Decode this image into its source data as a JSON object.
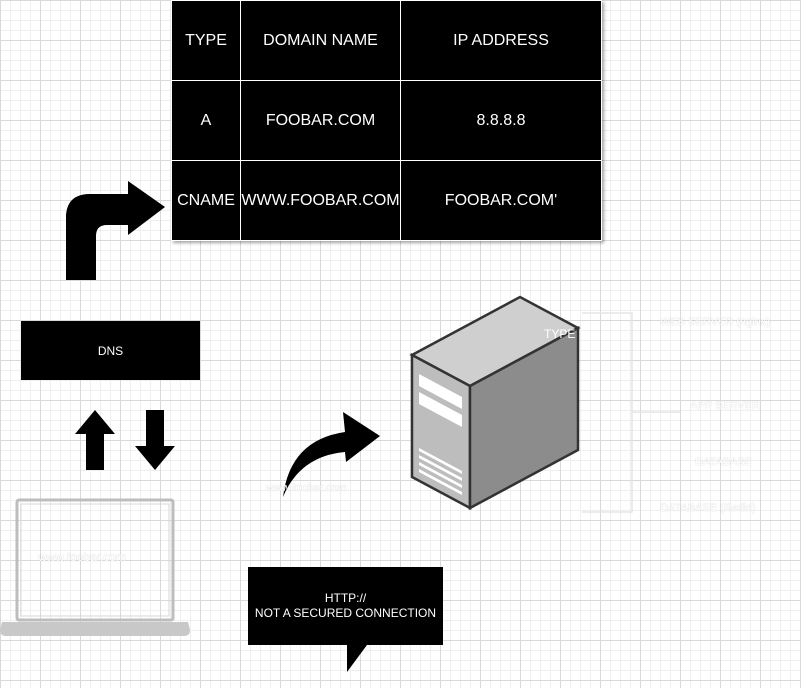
{
  "dns_table": {
    "header": [
      "TYPE",
      "DOMAIN NAME",
      "IP ADDRESS"
    ],
    "rows": [
      [
        "A",
        "FOOBAR.COM",
        "8.8.8.8"
      ],
      [
        "CNAME",
        "WWW.FOOBAR.COM",
        "FOOBAR.COM'"
      ]
    ]
  },
  "dns_box": {
    "label": "DNS"
  },
  "callout": {
    "line1": "HTTP://",
    "line2": "NOT A SECURED CONNECTION"
  },
  "server": {
    "label": "TYPE"
  },
  "server_layers": [
    "WEB SERVER (nginx)",
    "APP SERVER",
    "DATABASE",
    "DATABASE (Redis)"
  ],
  "arrow_label": "www.foobar.com",
  "laptop": {
    "screen_text": "www.foobar.com"
  },
  "colors": {
    "dark": "#000000",
    "grid": "#d9d9d9",
    "server_gray": "#8c8c8c"
  }
}
